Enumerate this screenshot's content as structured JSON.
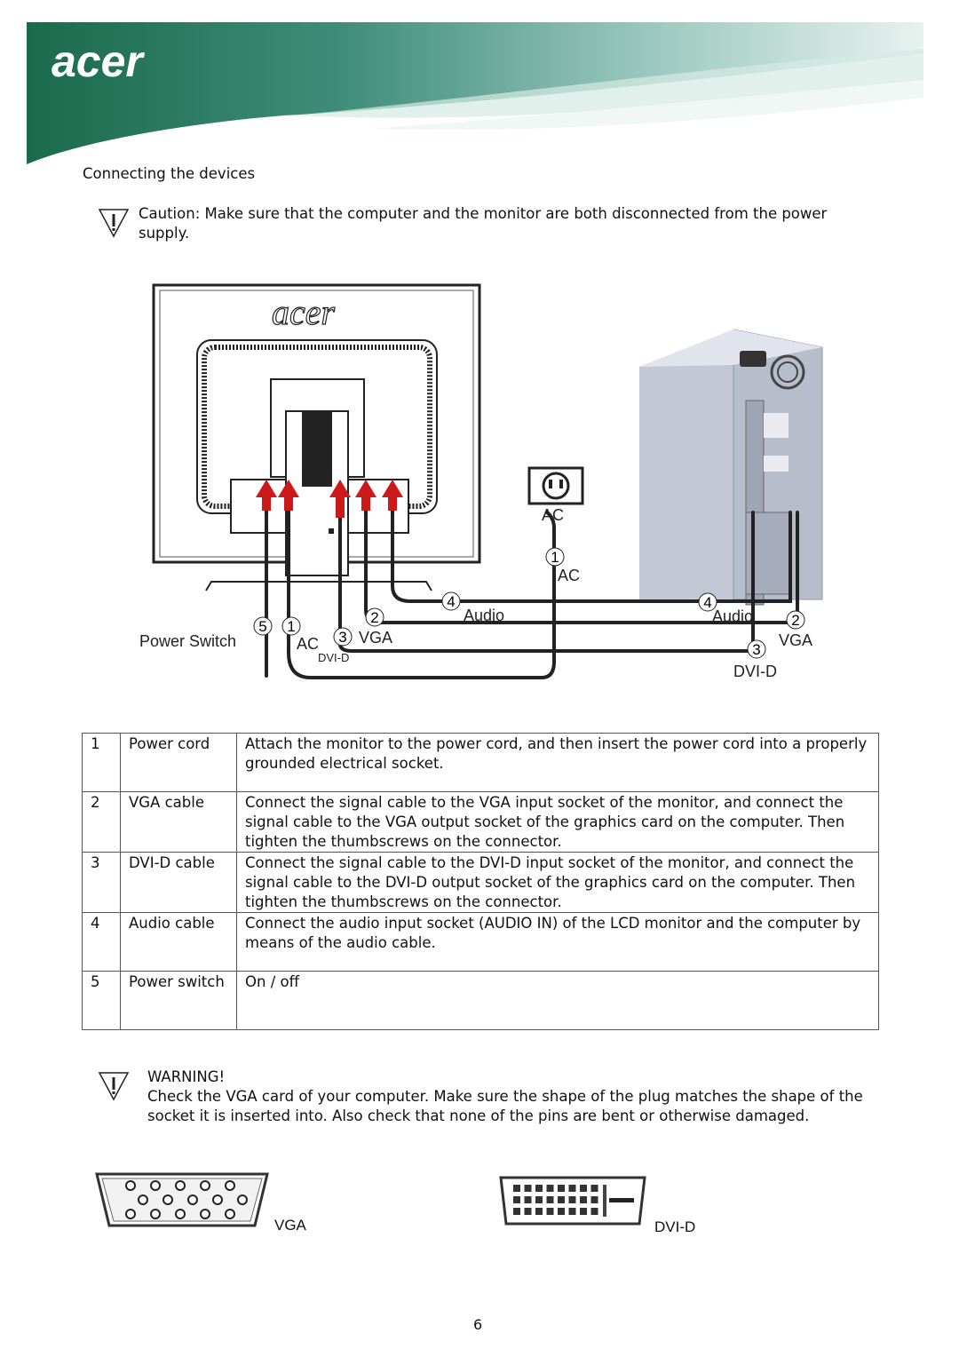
{
  "header": {
    "brand": "acer"
  },
  "section_title": "Connecting the devices",
  "caution": {
    "label": "Caution:",
    "text": " Make sure that the computer and the monitor are both disconnected from the power supply."
  },
  "diagram": {
    "monitor_brand": "acer",
    "labels": {
      "power_switch": "Power  Switch",
      "ac_left": "AC",
      "vga_left": "VGA",
      "dvid_left": "DVI-D",
      "audio_left": "Audio",
      "ac_outlet": "AC",
      "ac_mid": "AC",
      "audio_right": "Audio",
      "vga_right": "VGA",
      "dvid_right": "DVI-D"
    },
    "callouts": {
      "n1": "1",
      "n2": "2",
      "n3": "3",
      "n4": "4",
      "n5": "5"
    }
  },
  "table": {
    "rows": [
      {
        "num": "1",
        "name": "Power cord",
        "desc": "Attach the monitor to the power cord, and then insert the power cord into a properly grounded electrical socket."
      },
      {
        "num": "2",
        "name": "VGA cable",
        "desc": "Connect the signal cable to the VGA input socket of the monitor, and connect the signal cable to the VGA output socket of the graphics card on the computer. Then tighten the thumbscrews on the connector."
      },
      {
        "num": "3",
        "name": "DVI-D cable",
        "desc": "Connect the signal cable to the DVI-D input socket of the monitor, and connect the signal cable to the DVI-D output socket of the graphics card on the computer. Then tighten the thumbscrews on the connector."
      },
      {
        "num": "4",
        "name": "Audio cable",
        "desc": "Connect the audio input socket (AUDIO IN) of the LCD monitor and the computer by means of the audio cable."
      },
      {
        "num": "5",
        "name": "Power switch",
        "desc": "On / off"
      }
    ]
  },
  "warning": {
    "title": "WARNING!",
    "text": "Check the VGA card of your computer. Make sure the shape of the plug matches the shape of the socket it is inserted into. Also check that none of the pins are bent or otherwise damaged."
  },
  "connectors": {
    "vga_label": "VGA",
    "dvid_label": "DVI-D"
  },
  "page_number": "6",
  "colors": {
    "header_green": "#1e6b4f",
    "header_light": "#a9cfc4",
    "cable_red": "#cc1a1a",
    "case": "#c5cad6"
  }
}
